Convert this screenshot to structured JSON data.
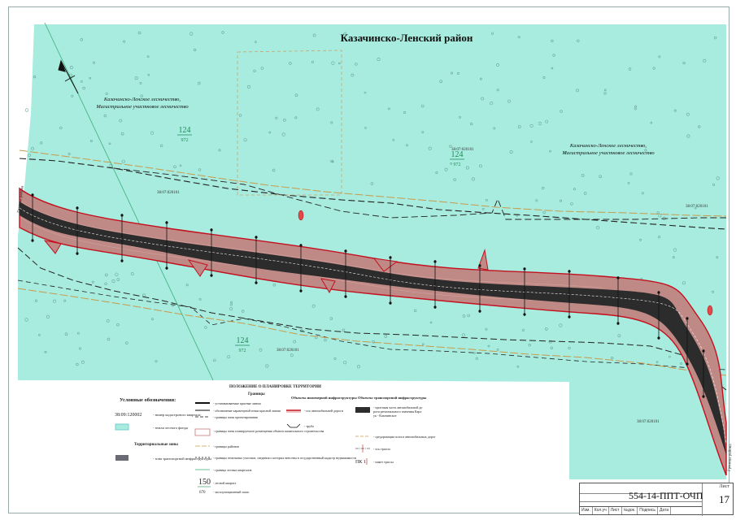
{
  "map": {
    "title": "Казачинско-Ленский район",
    "forestry_labels": [
      "Казачинско-Ленское лесничество,\nМагистральное участковое лесничество",
      "Казачинско-Ленское лесничество,\nМагистральное участковое лесничество"
    ],
    "quarter_numbers": [
      {
        "num": "124",
        "area": "972"
      },
      {
        "num": "124",
        "area": "972"
      },
      {
        "num": "124",
        "area": "972"
      }
    ],
    "cadastral_labels": [
      "38:07:020101",
      "38:07:020101",
      "38:07:020101",
      "38:07:020101",
      "38:07:020101"
    ],
    "side_label": "Граница района",
    "side_label_right": "Граница района"
  },
  "legend": {
    "title": "Условные обозначения:",
    "items": [
      {
        "code": "38:09:120002",
        "text": "- номер кадастрового квартала"
      },
      {
        "code": "",
        "text": "- земли лесного фонда"
      },
      {
        "code": "Территориальные зоны",
        "text": ""
      },
      {
        "code": "",
        "text": "- зона транспортной инфраструктуры"
      }
    ],
    "section2_title": "ПОЛОЖЕНИЕ О ПЛАНИРОВКЕ ТЕРРИТОРИИ",
    "section2_sub": "Границы",
    "section2_items": [
      "- устанавливаемые красные линии",
      "- обозначение характерной точки красной линии",
      "- границы зоны проектирования",
      "- границы зоны планируемого размещения объекта капитального строительства",
      "- границы районов",
      "- границы земельных участков, сведения о которых внесены в государственный кадастр недвижимости",
      "- граница лесных кварталов",
      "- лесной квартал",
      "- эксплуатационный запас"
    ],
    "legend_quarter": {
      "num": "150",
      "area": "670"
    },
    "section3_title": "Объекты инженерной инфраструктуры",
    "section3_items": [
      "- ось автомобильной дороги",
      "- труба"
    ],
    "section4_title": "Объекты транспортной инфраструктуры",
    "section4_items": [
      "- проезжая часть автомобильной дороги регионального значения Карлук - Казачинское",
      "- средорьющая полоса автомобильных дорог",
      "- ось трассы",
      "- пикет трассы"
    ],
    "picket_sample": "ПК 1"
  },
  "title_block": {
    "code": "554-14-ППТ-ОЧП",
    "sheet_label": "Лист",
    "sheet_number": "17",
    "columns": [
      "Изм.",
      "Кол.уч",
      "Лист",
      "№док.",
      "Подпись",
      "Дата"
    ]
  },
  "colors": {
    "forest": "#a8ecdf",
    "road_zone": "#bf8a86",
    "road_border": "#c4101e",
    "carriageway": "#2c2c2c",
    "axis": "#f0f0f0",
    "quarter_text": "#1e8a56"
  }
}
